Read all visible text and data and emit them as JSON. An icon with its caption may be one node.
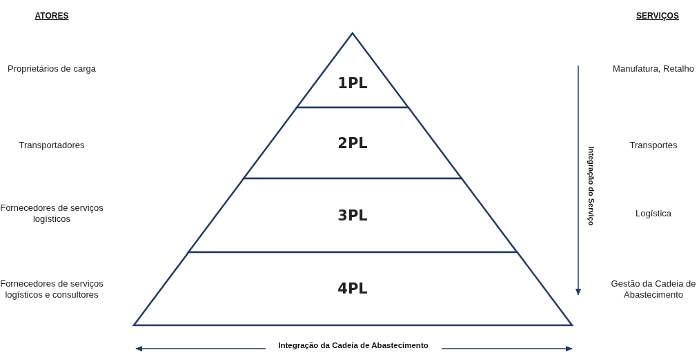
{
  "diagram": {
    "nodes": [
      {
        "text": [
          "1PL"
        ]
      },
      {
        "text": [
          "2PL"
        ]
      },
      {
        "text": [
          "3PL"
        ]
      },
      {
        "text": [
          "4PL"
        ]
      }
    ],
    "labels": [
      "ATORES",
      "SERVIÇOS",
      "Proprietários de carga",
      "Manufatura, Retalho",
      "Transportadores",
      "Transportes",
      "Fornecedores de serviços logísticos",
      "Logística",
      "Fornecedores de serviços logísticos e consultores",
      "Gestão da Cadeia de Abastecimento",
      "Integração do Serviço",
      "Integração da Cadeia de Abastecimento"
    ]
  }
}
